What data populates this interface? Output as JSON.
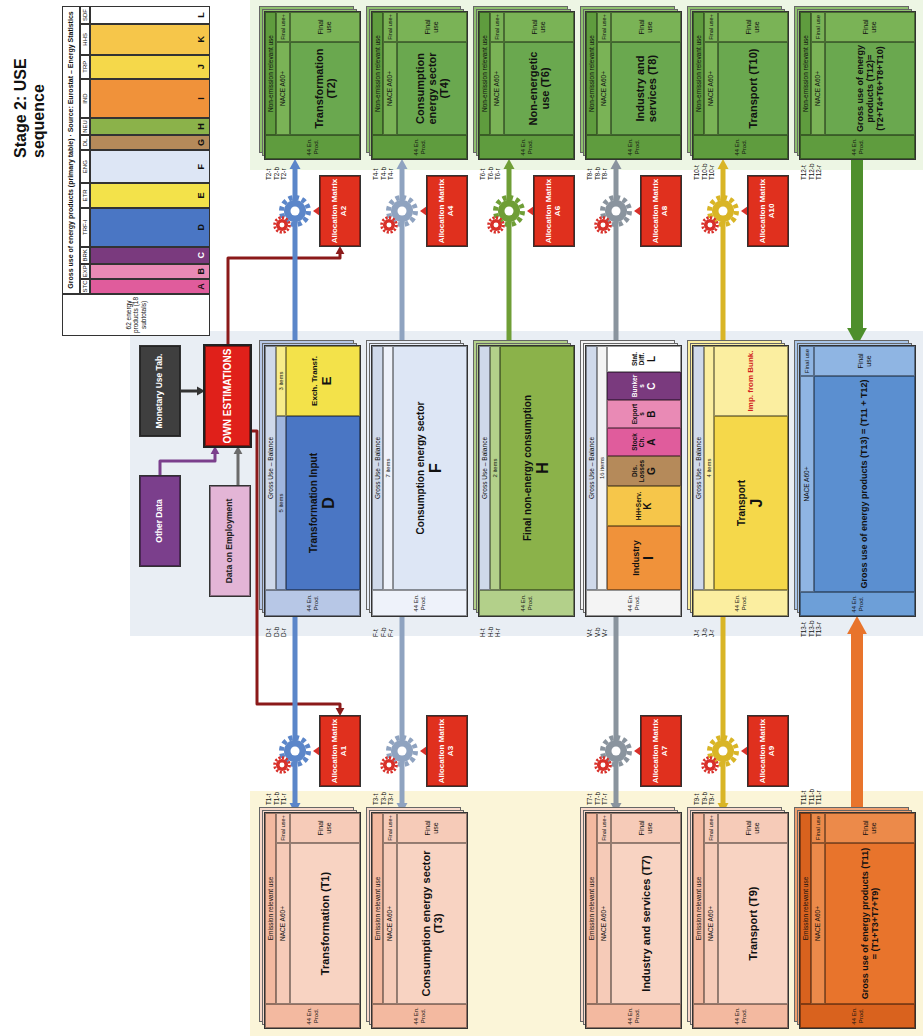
{
  "diagram": {
    "title": "Stage 2: USE sequence",
    "nodes": [
      {
        "text": [
          "Data on Employment"
        ]
      },
      {
        "text": [
          "Monetary Use Tab."
        ]
      },
      {
        "text": [
          "Other Data"
        ]
      },
      {
        "text": [
          "OWN ESTIMATIONS"
        ]
      },
      {
        "text": [
          "Gross Use – Balance",
          "5 items",
          "3 items",
          "44 En. Prod.",
          "Transformation Input",
          "D",
          "Exch. Transf.",
          "E"
        ]
      },
      {
        "text": [
          "Allocation Matrix A1"
        ]
      },
      {
        "text": [
          "Allocation Matrix A2"
        ]
      },
      {
        "text": [
          "Emission relevant use",
          "NACE A60+",
          "Final use+",
          "44 En. Prod.",
          "Transformation (T1)",
          "Final use"
        ]
      },
      {
        "text": [
          "Non-emission relevant use",
          "NACE A60+",
          "Final use+",
          "44 En. Prod.",
          "Transformation (T2)",
          "Final use"
        ]
      },
      {
        "text": [
          "Gross Use – Balance",
          "7 items",
          "44 En. Prod.",
          "Consumption energy sector",
          "F"
        ]
      },
      {
        "text": [
          "Allocation Matrix A3"
        ]
      },
      {
        "text": [
          "Allocation Matrix A4"
        ]
      },
      {
        "text": [
          "Emission relevant use",
          "NACE A60+",
          "Final use+",
          "44 En. Prod.",
          "Consumption energy sector (T3)",
          "Final use"
        ]
      },
      {
        "text": [
          "Non-emission relevant use",
          "NACE A60+",
          "Final use+",
          "44 En. Prod.",
          "Consumption energy sector (T4)",
          "Final use"
        ]
      },
      {
        "text": [
          "Gross Use – Balance",
          "2 items",
          "44 En. Prod.",
          "Final non-energy consumption",
          "H"
        ]
      },
      {
        "text": [
          "Allocation Matrix A6"
        ]
      },
      {
        "text": [
          "Non-emission relevant use",
          "NACE A60+",
          "Final use+",
          "44 En. Prod.",
          "Non-energetic use (T6)",
          "Final use"
        ]
      },
      {
        "text": [
          "Gross Use – Balance",
          "16 items",
          "44 En. Prod.",
          "Industry",
          "I",
          "HH+Serv.",
          "K",
          "Dis. Losses",
          "G",
          "Stock Ch.",
          "A",
          "Exports",
          "B",
          "Bunkers",
          "C",
          "Stat. Diff.",
          "L"
        ]
      },
      {
        "text": [
          "Allocation Matrix A7"
        ]
      },
      {
        "text": [
          "Allocation Matrix A8"
        ]
      },
      {
        "text": [
          "Emission relevant use",
          "NACE A60+",
          "Final use+",
          "44 En. Prod.",
          "Industry and services (T7)",
          "Final use"
        ]
      },
      {
        "text": [
          "Non-emission relevant use",
          "NACE A60+",
          "Final use+",
          "44 En. Prod.",
          "Industry and services (T8)",
          "Final use"
        ]
      },
      {
        "text": [
          "Gross Use – Balance",
          "4 items",
          "44 En. Prod.",
          "Transport",
          "J",
          "Imp. from Bunk."
        ]
      },
      {
        "text": [
          "Allocation Matrix A9"
        ]
      },
      {
        "text": [
          "Allocation Matrix A10"
        ]
      },
      {
        "text": [
          "Emission relevant use",
          "NACE A60+",
          "Final use+",
          "44 En. Prod.",
          "Transport (T9)",
          "Final use"
        ]
      },
      {
        "text": [
          "Non-emission relevant use",
          "NACE A60+",
          "Final use+",
          "44 En. Prod.",
          "Transport (T10)",
          "Final use"
        ]
      },
      {
        "text": [
          "NACE A60+",
          "Final use",
          "44 En. Prod.",
          "Gross use of energy products (T13) = (T11 + T12)",
          "Final use"
        ]
      },
      {
        "text": [
          "Emission relevant use",
          "NACE A60+",
          "Final use",
          "44 En. Prod.",
          "Gross use of energy products (T11) = (T1+T3+T7+T9)",
          "Final use"
        ]
      },
      {
        "text": [
          "Non-emission relevant use",
          "NACE A60+",
          "Final use",
          "44 En. Prod.",
          "Gross use of energy products (T12)=(T2+T4+T6+T8+T10)",
          "Final use"
        ]
      }
    ],
    "edges": [
      {
        "from": 0,
        "to": 3,
        "arrow": "to"
      },
      {
        "from": 1,
        "to": 3,
        "arrow": "to"
      },
      {
        "from": 2,
        "to": 3,
        "arrow": "to"
      },
      {
        "from": 3,
        "to": 6,
        "arrow": "to"
      },
      {
        "from": 3,
        "to": 5,
        "arrow": "to"
      },
      {
        "from": 4,
        "to": 8,
        "arrow": "to"
      },
      {
        "from": 4,
        "to": 7,
        "arrow": "to"
      },
      {
        "from": 9,
        "to": 13,
        "arrow": "to"
      },
      {
        "from": 9,
        "to": 12,
        "arrow": "to"
      },
      {
        "from": 14,
        "to": 16,
        "arrow": "to"
      },
      {
        "from": 17,
        "to": 21,
        "arrow": "to"
      },
      {
        "from": 17,
        "to": 20,
        "arrow": "to"
      },
      {
        "from": 22,
        "to": 26,
        "arrow": "to"
      },
      {
        "from": 22,
        "to": 25,
        "arrow": "to"
      },
      {
        "from": 29,
        "to": 27,
        "arrow": "to"
      },
      {
        "from": 28,
        "to": 27,
        "arrow": "to"
      }
    ],
    "labels": [
      "62 energy products (18 subtotals)",
      "Gross use of energy products (primary table) · Source: Eurostat – Energy Statistics",
      "STC",
      "EXP",
      "BRK",
      "TRF-I",
      "ETR",
      "ENG",
      "DL",
      "NEU",
      "IND",
      "TRP",
      "HHS",
      "SDF",
      "A",
      "B",
      "C",
      "D",
      "E",
      "F",
      "G",
      "H",
      "I",
      "J",
      "K",
      "L",
      "D-t",
      "D-b",
      "D-r",
      "F-t",
      "F-b",
      "F-r",
      "H-t",
      "H-b",
      "H-r",
      "V-t",
      "V-b",
      "V-r",
      "J-t",
      "J-b",
      "J-r",
      "T13-t",
      "T13-b",
      "T13-r",
      "T1-t",
      "T1-b",
      "T1-r",
      "T2-t",
      "T2-b",
      "T2-r",
      "T3-t",
      "T3-b",
      "T3-r",
      "T4-t",
      "T4-b",
      "T4-r",
      "T6-t",
      "T6-b",
      "T6-r",
      "T7-t",
      "T7-b",
      "T7-r",
      "T8-t",
      "T8-b",
      "T8-r",
      "T9-t",
      "T9-b",
      "T9-r",
      "T10-t",
      "T10-b",
      "T10-r",
      "T11-t",
      "T11-b",
      "T11-r",
      "T12-t",
      "T12-b",
      "T12-r"
    ]
  }
}
